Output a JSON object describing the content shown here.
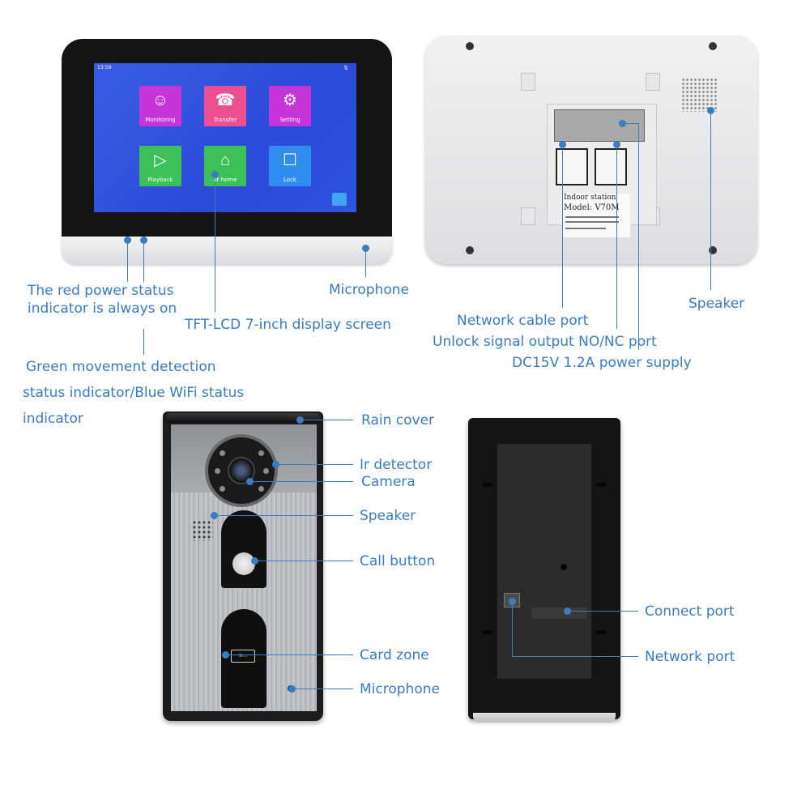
{
  "monitor": {
    "time": "13:59",
    "apps": [
      {
        "label": "Monitoring",
        "icon": "user-icon",
        "color": "#c535d9",
        "glyph": "☺"
      },
      {
        "label": "Transfer",
        "icon": "phone-icon",
        "color": "#ee4f93",
        "glyph": "☎"
      },
      {
        "label": "Setting",
        "icon": "gear-icon",
        "color": "#c535d9",
        "glyph": "⚙"
      },
      {
        "label": "Playback",
        "icon": "play-icon",
        "color": "#3cc15a",
        "glyph": "▷"
      },
      {
        "label": "at home",
        "icon": "home-icon",
        "color": "#3cc15a",
        "glyph": "⌂"
      },
      {
        "label": "Lock",
        "icon": "lock-icon",
        "color": "#2f8df0",
        "glyph": "☐"
      }
    ]
  },
  "sticker": {
    "line1": "Indoor station",
    "line2": "Model: V70M"
  },
  "labels": {
    "power_indicator": [
      "The red power status",
      "indicator is always on"
    ],
    "display": "TFT-LCD 7-inch display screen",
    "microphone_top": "Microphone",
    "status_indicator": [
      "Green movement detection",
      "status indicator/Blue WiFi status",
      "indicator"
    ],
    "network_cable_port": "Network cable port",
    "unlock_port": "Unlock signal output NO/NC port",
    "power_supply": "DC15V 1.2A power supply",
    "speaker_top": "Speaker",
    "rain_cover": "Rain cover",
    "ir_detector": "Ir detector",
    "camera": "Camera",
    "speaker_door": "Speaker",
    "call_button": "Call button",
    "card_zone": "Card zone",
    "microphone_door": "Microphone",
    "connect_port": "Connect port",
    "network_port": "Network port"
  },
  "colors": {
    "callout": "#3b7cc0",
    "screen": "#2f52e0"
  }
}
